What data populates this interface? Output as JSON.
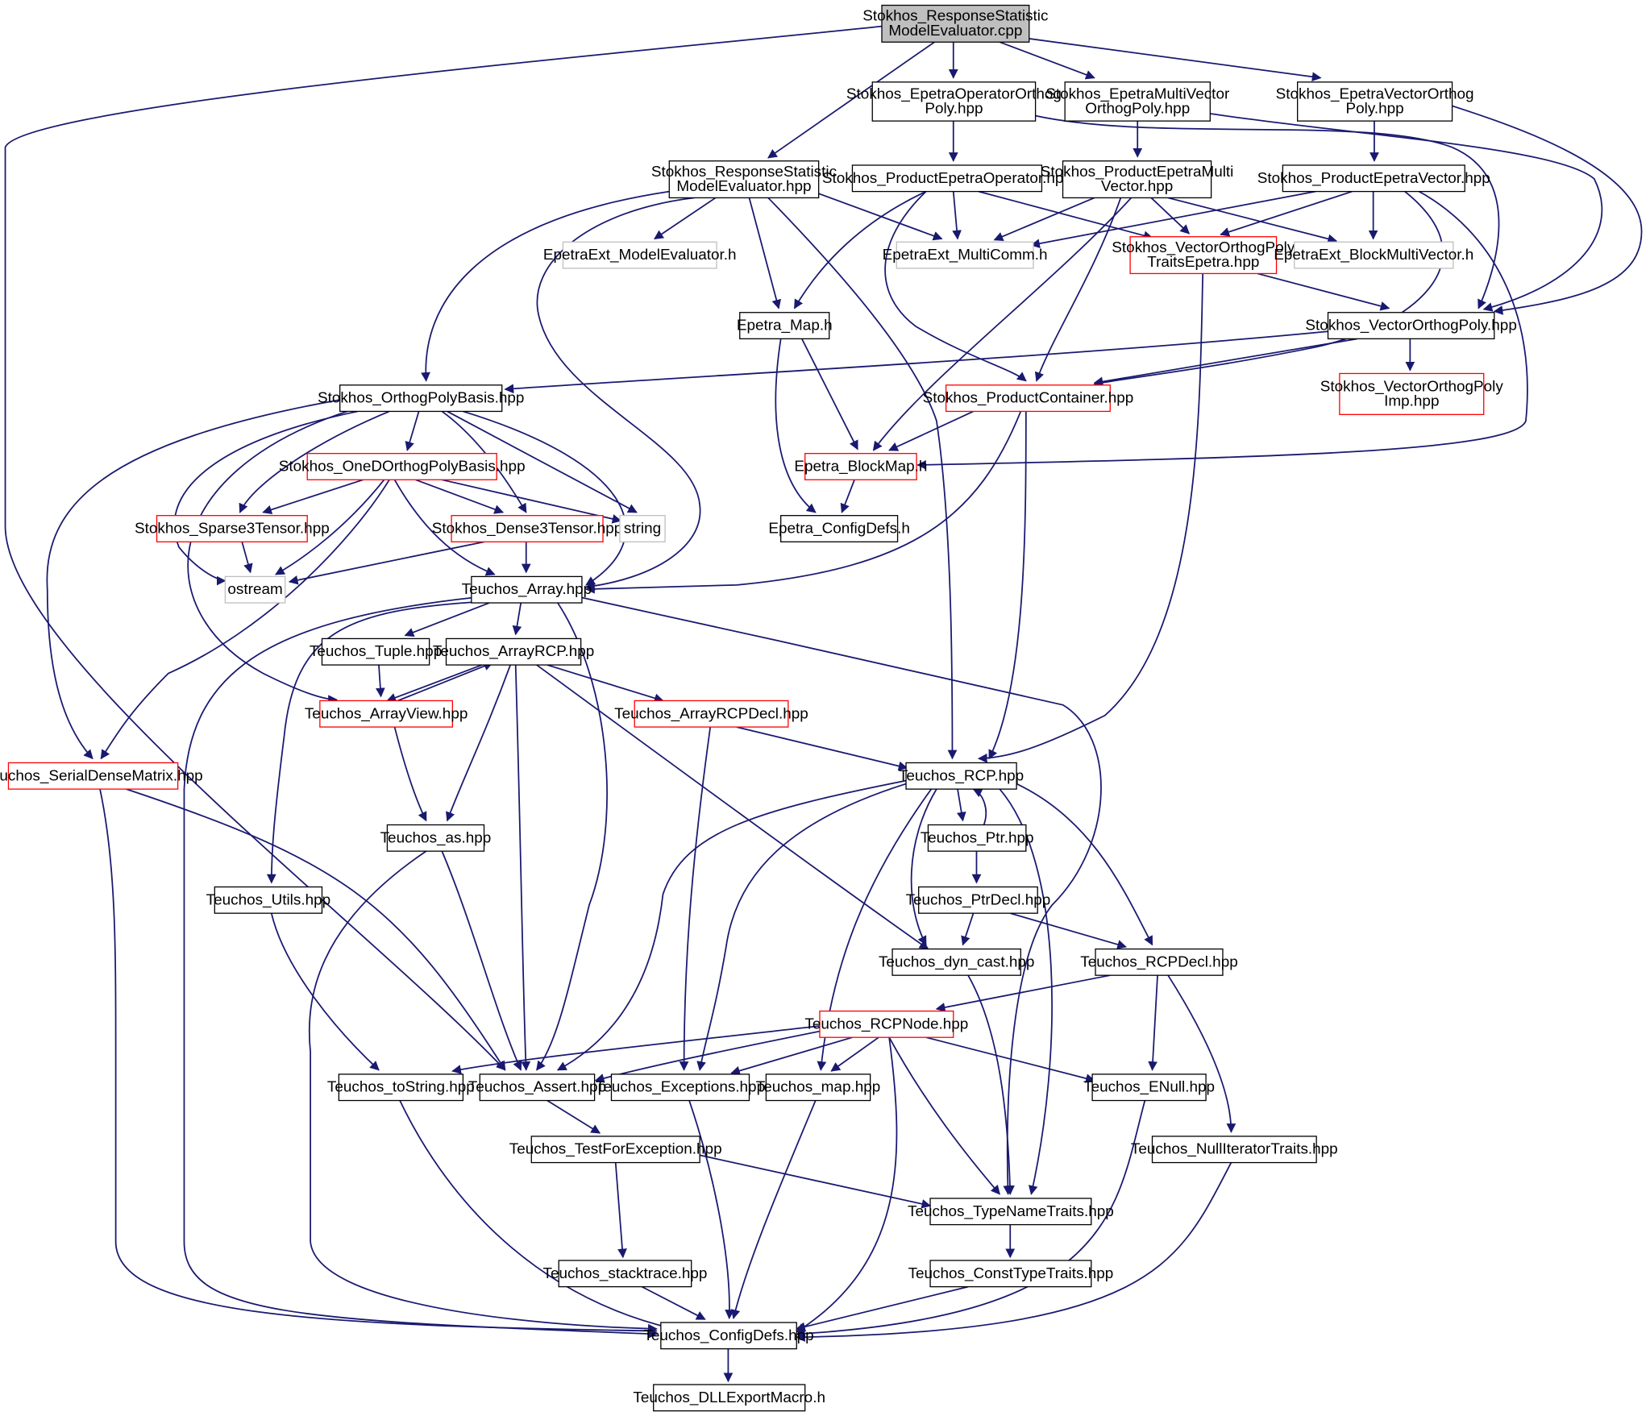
{
  "nodes": [
    {
      "id": "root",
      "lines": [
        "Stokhos_ResponseStatistic",
        "ModelEvaluator.cpp"
      ],
      "style": "root"
    },
    {
      "id": "epOpOrth",
      "lines": [
        "Stokhos_EpetraOperatorOrthog",
        "Poly.hpp"
      ],
      "style": "normal"
    },
    {
      "id": "epMVOrth",
      "lines": [
        "Stokhos_EpetraMultiVector",
        "OrthogPoly.hpp"
      ],
      "style": "normal"
    },
    {
      "id": "epVecOrth",
      "lines": [
        "Stokhos_EpetraVectorOrthog",
        "Poly.hpp"
      ],
      "style": "normal"
    },
    {
      "id": "rsmeHpp",
      "lines": [
        "Stokhos_ResponseStatistic",
        "ModelEvaluator.hpp"
      ],
      "style": "normal"
    },
    {
      "id": "prodEpOp",
      "lines": [
        "Stokhos_ProductEpetraOperator.hpp"
      ],
      "style": "normal"
    },
    {
      "id": "prodEpMV",
      "lines": [
        "Stokhos_ProductEpetraMulti",
        "Vector.hpp"
      ],
      "style": "normal"
    },
    {
      "id": "prodEpVec",
      "lines": [
        "Stokhos_ProductEpetraVector.hpp"
      ],
      "style": "normal"
    },
    {
      "id": "eeModelEval",
      "lines": [
        "EpetraExt_ModelEvaluator.h"
      ],
      "style": "gray"
    },
    {
      "id": "eeMultiComm",
      "lines": [
        "EpetraExt_MultiComm.h"
      ],
      "style": "gray"
    },
    {
      "id": "vopTraitsEp",
      "lines": [
        "Stokhos_VectorOrthogPoly",
        "TraitsEpetra.hpp"
      ],
      "style": "red"
    },
    {
      "id": "eeBlockMV",
      "lines": [
        "EpetraExt_BlockMultiVector.h"
      ],
      "style": "gray"
    },
    {
      "id": "epetraMap",
      "lines": [
        "Epetra_Map.h"
      ],
      "style": "normal"
    },
    {
      "id": "vop",
      "lines": [
        "Stokhos_VectorOrthogPoly.hpp"
      ],
      "style": "normal"
    },
    {
      "id": "orthBasis",
      "lines": [
        "Stokhos_OrthogPolyBasis.hpp"
      ],
      "style": "normal"
    },
    {
      "id": "prodCont",
      "lines": [
        "Stokhos_ProductContainer.hpp"
      ],
      "style": "red"
    },
    {
      "id": "vopImp",
      "lines": [
        "Stokhos_VectorOrthogPoly",
        "Imp.hpp"
      ],
      "style": "red"
    },
    {
      "id": "oneDBasis",
      "lines": [
        "Stokhos_OneDOrthogPolyBasis.hpp"
      ],
      "style": "red"
    },
    {
      "id": "blockMap",
      "lines": [
        "Epetra_BlockMap.h"
      ],
      "style": "red"
    },
    {
      "id": "sparse3",
      "lines": [
        "Stokhos_Sparse3Tensor.hpp"
      ],
      "style": "red"
    },
    {
      "id": "dense3",
      "lines": [
        "Stokhos_Dense3Tensor.hpp"
      ],
      "style": "red"
    },
    {
      "id": "string",
      "lines": [
        "string"
      ],
      "style": "gray"
    },
    {
      "id": "configDefs",
      "lines": [
        "Epetra_ConfigDefs.h"
      ],
      "style": "normal"
    },
    {
      "id": "ostream",
      "lines": [
        "ostream"
      ],
      "style": "gray"
    },
    {
      "id": "tArray",
      "lines": [
        "Teuchos_Array.hpp"
      ],
      "style": "normal"
    },
    {
      "id": "tTuple",
      "lines": [
        "Teuchos_Tuple.hpp"
      ],
      "style": "normal"
    },
    {
      "id": "tArrayRCP",
      "lines": [
        "Teuchos_ArrayRCP.hpp"
      ],
      "style": "normal"
    },
    {
      "id": "tArrayView",
      "lines": [
        "Teuchos_ArrayView.hpp"
      ],
      "style": "red"
    },
    {
      "id": "tArrayRCPDecl",
      "lines": [
        "Teuchos_ArrayRCPDecl.hpp"
      ],
      "style": "red"
    },
    {
      "id": "tSDM",
      "lines": [
        "Teuchos_SerialDenseMatrix.hpp"
      ],
      "style": "red"
    },
    {
      "id": "tRCP",
      "lines": [
        "Teuchos_RCP.hpp"
      ],
      "style": "normal"
    },
    {
      "id": "tAs",
      "lines": [
        "Teuchos_as.hpp"
      ],
      "style": "normal"
    },
    {
      "id": "tPtr",
      "lines": [
        "Teuchos_Ptr.hpp"
      ],
      "style": "normal"
    },
    {
      "id": "tUtils",
      "lines": [
        "Teuchos_Utils.hpp"
      ],
      "style": "normal"
    },
    {
      "id": "tPtrDecl",
      "lines": [
        "Teuchos_PtrDecl.hpp"
      ],
      "style": "normal"
    },
    {
      "id": "tDynCast",
      "lines": [
        "Teuchos_dyn_cast.hpp"
      ],
      "style": "normal"
    },
    {
      "id": "tRCPDecl",
      "lines": [
        "Teuchos_RCPDecl.hpp"
      ],
      "style": "normal"
    },
    {
      "id": "tRCPNode",
      "lines": [
        "Teuchos_RCPNode.hpp"
      ],
      "style": "red"
    },
    {
      "id": "tToString",
      "lines": [
        "Teuchos_toString.hpp"
      ],
      "style": "normal"
    },
    {
      "id": "tAssert",
      "lines": [
        "Teuchos_Assert.hpp"
      ],
      "style": "normal"
    },
    {
      "id": "tExceptions",
      "lines": [
        "Teuchos_Exceptions.hpp"
      ],
      "style": "normal"
    },
    {
      "id": "tMap",
      "lines": [
        "Teuchos_map.hpp"
      ],
      "style": "normal"
    },
    {
      "id": "tENull",
      "lines": [
        "Teuchos_ENull.hpp"
      ],
      "style": "normal"
    },
    {
      "id": "tNullIter",
      "lines": [
        "Teuchos_NullIteratorTraits.hpp"
      ],
      "style": "normal"
    },
    {
      "id": "tTestForExc",
      "lines": [
        "Teuchos_TestForException.hpp"
      ],
      "style": "normal"
    },
    {
      "id": "tTypeName",
      "lines": [
        "Teuchos_TypeNameTraits.hpp"
      ],
      "style": "normal"
    },
    {
      "id": "tStacktrace",
      "lines": [
        "Teuchos_stacktrace.hpp"
      ],
      "style": "normal"
    },
    {
      "id": "tConstType",
      "lines": [
        "Teuchos_ConstTypeTraits.hpp"
      ],
      "style": "normal"
    },
    {
      "id": "tConfigDefs",
      "lines": [
        "Teuchos_ConfigDefs.hpp"
      ],
      "style": "normal"
    },
    {
      "id": "tDLL",
      "lines": [
        "Teuchos_DLLExportMacro.h"
      ],
      "style": "normal"
    }
  ],
  "colors": {
    "edge": "#191970",
    "node_border": "#000000",
    "red_border": "#ff0000",
    "gray_border": "#bfbfbf",
    "gray_text": "#808080",
    "root_fill": "#bfbfbf"
  }
}
